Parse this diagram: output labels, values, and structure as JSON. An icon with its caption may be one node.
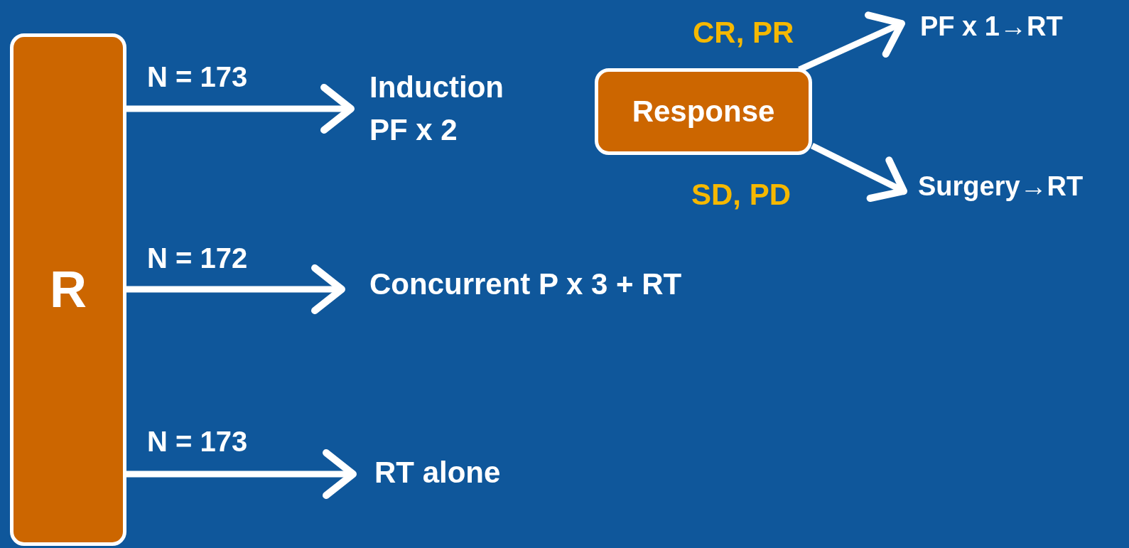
{
  "diagram": {
    "nodes": [
      {
        "text": [
          "R"
        ]
      },
      {
        "text": [
          "Induction PF x 2"
        ]
      },
      {
        "text": [
          "Concurrent P x 3 + RT"
        ]
      },
      {
        "text": [
          "RT alone"
        ]
      },
      {
        "text": [
          "Response"
        ]
      },
      {
        "text": [
          "PF x 1→RT"
        ]
      },
      {
        "text": [
          "Surgery→RT"
        ]
      }
    ],
    "edges": [
      {
        "from": 0,
        "to": 1,
        "arrow": "to",
        "label": "N = 173"
      },
      {
        "from": 0,
        "to": 2,
        "arrow": "to",
        "label": "N = 172"
      },
      {
        "from": 0,
        "to": 3,
        "arrow": "to",
        "label": "N = 173"
      },
      {
        "from": 4,
        "to": 5,
        "arrow": "to",
        "label": "CR, PR"
      },
      {
        "from": 4,
        "to": 6,
        "arrow": "to",
        "label": "SD, PD"
      }
    ]
  }
}
